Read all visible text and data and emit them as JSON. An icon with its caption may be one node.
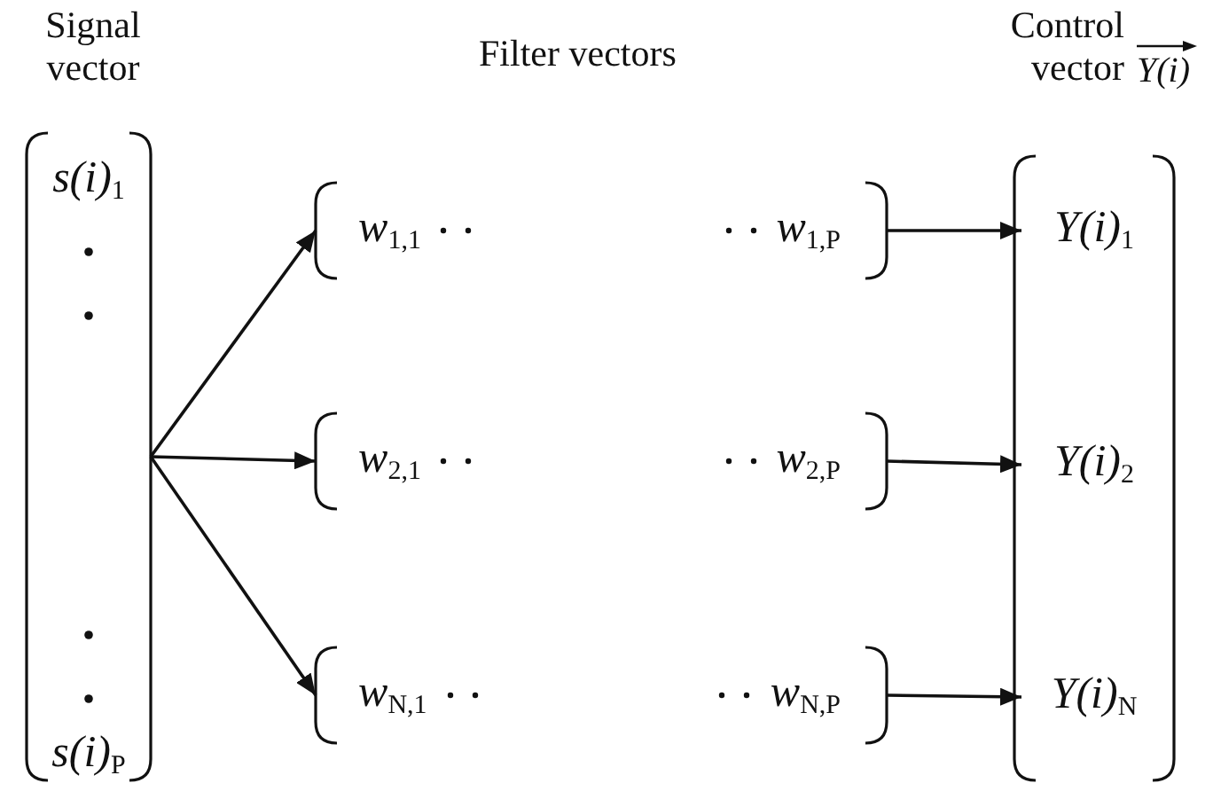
{
  "diagram": {
    "nodes": [
      {
        "text": [
          "Signal vector",
          "*s(i)*$_{1}$",
          "*s(i)*$_{P}$"
        ]
      },
      {
        "text": [
          "*w*$_{1,1}$",
          "*w*$_{1,P}$"
        ]
      },
      {
        "text": [
          "*w*$_{2,1}$",
          "*w*$_{2,P}$"
        ]
      },
      {
        "text": [
          "*w*$_{N,1}$",
          "*w*$_{N,P}$"
        ]
      },
      {
        "text": [
          "Control vector",
          "Y(i)"
        ]
      },
      {
        "text": [
          "*Y(i)*$_{1}$"
        ],
        "in": 4
      },
      {
        "text": [
          "*Y(i)*$_{2}$"
        ],
        "in": 4
      },
      {
        "text": [
          "*Y(i)*$_{N}$"
        ],
        "in": 4
      }
    ],
    "edges": [
      {
        "from": 0,
        "to": 1,
        "arrow": "to"
      },
      {
        "from": 0,
        "to": 2,
        "arrow": "to"
      },
      {
        "from": 0,
        "to": 3,
        "arrow": "to"
      },
      {
        "from": 1,
        "to": 5,
        "arrow": "to"
      },
      {
        "from": 2,
        "to": 6,
        "arrow": "to"
      },
      {
        "from": 3,
        "to": 7,
        "arrow": "to"
      }
    ],
    "labels": [
      "Filter vectors"
    ]
  }
}
